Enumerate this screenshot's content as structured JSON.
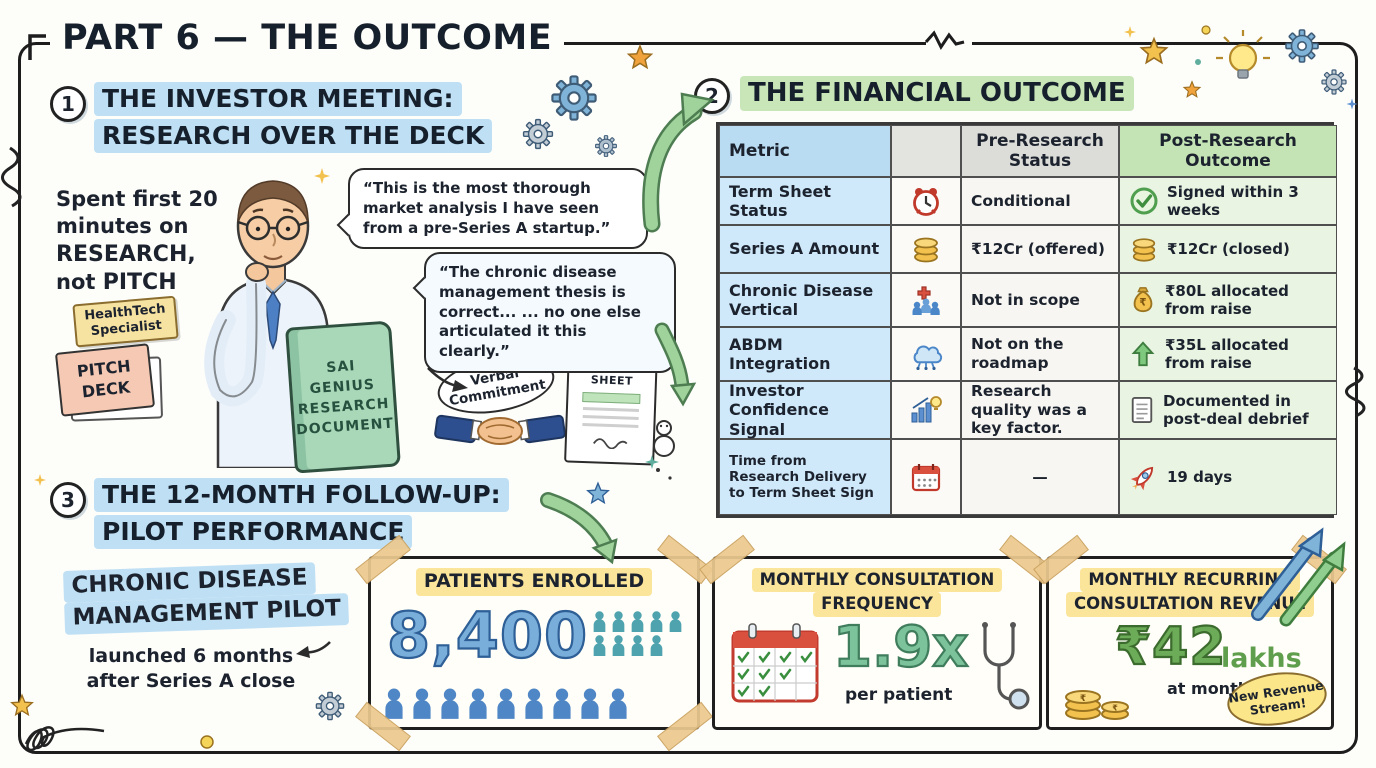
{
  "page": {
    "title": "PART 6 — THE OUTCOME"
  },
  "colors": {
    "highlight_blue": "#bfe0f4",
    "highlight_green": "#c8e6b8",
    "highlight_yellow": "#fbe59b",
    "big_number_blue": "#79aeda",
    "big_number_teal": "#7cc39b",
    "big_number_green": "#6cab57"
  },
  "sections": {
    "meeting": {
      "number": "1",
      "title1": "THE INVESTOR MEETING:",
      "title2": "RESEARCH OVER THE DECK",
      "note": {
        "l1": "Spent first 20",
        "l2": "minutes on",
        "l3": "RESEARCH,",
        "l4a": "not ",
        "l4b": "PITCH"
      },
      "tag1": "HealthTech",
      "tag2": "Specialist",
      "pitch1": "PITCH",
      "pitch2": "DECK",
      "book": {
        "l1": "SAI",
        "l2": "GENIUS",
        "l3": "RESEARCH",
        "l4": "DOCUMENT"
      },
      "quote1": "“This is the most thorough market analysis I have seen from a pre-Series A startup.”",
      "quote2": "“The chronic disease management thesis is correct... ... no one else articulated it this clearly.”",
      "verbal1": "Verbal",
      "verbal2": "Commitment",
      "term_sheet": "TERM SHEET"
    },
    "financial": {
      "number": "2",
      "title": "THE FINANCIAL OUTCOME",
      "table": {
        "col_metric": "Metric",
        "col_pre": "Pre-Research Status",
        "col_post": "Post-Research Outcome",
        "rows": [
          {
            "metric": "Term Sheet Status",
            "icon": "alarm-clock",
            "pre": "Conditional",
            "post_icon": "check",
            "post": "Signed within 3 weeks"
          },
          {
            "metric": "Series A Amount",
            "icon": "coins",
            "pre": "₹12Cr (offered)",
            "post_icon": "coins",
            "post": "₹12Cr (closed)"
          },
          {
            "metric": "Chronic Disease Vertical",
            "icon": "chronic-care",
            "pre": "Not in scope",
            "post_icon": "money-bag",
            "post": "₹80L allocated from raise"
          },
          {
            "metric": "ABDM Integration",
            "icon": "cloud-network",
            "pre": "Not on the roadmap",
            "post_icon": "growth-arrow",
            "post": "₹35L allocated from raise"
          },
          {
            "metric": "Investor Confidence Signal",
            "icon": "insight-chart",
            "pre": "Research quality was a key factor.",
            "post_icon": "document",
            "post": "Documented in post-deal debrief"
          },
          {
            "metric": "Time from Research Delivery to Term Sheet Sign",
            "icon": "calendar",
            "pre": "—",
            "post_icon": "rocket",
            "post": "19 days"
          }
        ]
      }
    },
    "followup": {
      "number": "3",
      "title1": "THE 12-MONTH FOLLOW-UP:",
      "title2": "PILOT PERFORMANCE",
      "pilot1": "CHRONIC DISEASE",
      "pilot2": "MANAGEMENT PILOT",
      "launch1": "launched 6 months",
      "launch2": "after Series A close",
      "cards": [
        {
          "title": "PATIENTS ENROLLED",
          "value": "8,400"
        },
        {
          "title1": "MONTHLY CONSULTATION",
          "title2": "FREQUENCY",
          "value": "1.9x",
          "sub": "per patient"
        },
        {
          "title1": "MONTHLY RECURRING",
          "title2": "CONSULTATION REVENUE",
          "value": "₹42",
          "unit": "lakhs",
          "sub": "at month 12",
          "badge1": "New Revenue",
          "badge2": "Stream!"
        }
      ]
    }
  }
}
